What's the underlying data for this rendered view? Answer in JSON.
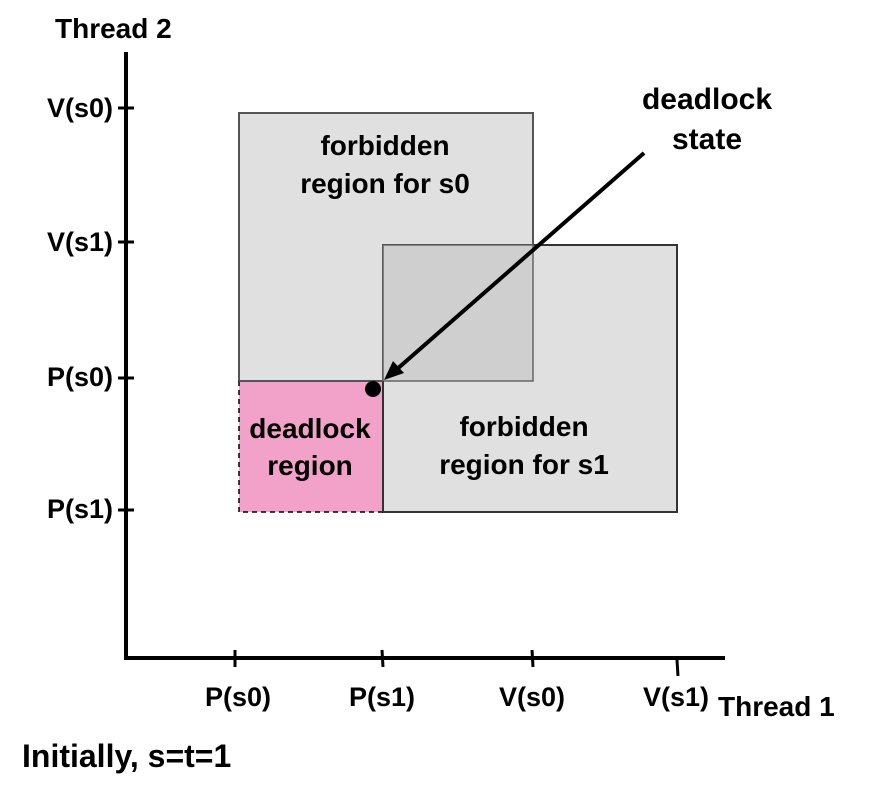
{
  "axes": {
    "y_title": "Thread 2",
    "x_title": "Thread 1",
    "y_ticks": [
      "V(s0)",
      "V(s1)",
      "P(s0)",
      "P(s1)"
    ],
    "x_ticks": [
      "P(s0)",
      "P(s1)",
      "V(s0)",
      "V(s1)"
    ]
  },
  "regions": {
    "forbidden_s0": [
      "forbidden",
      "region for s0"
    ],
    "forbidden_s1": [
      "forbidden",
      "region for s1"
    ],
    "deadlock": [
      "deadlock",
      "region"
    ]
  },
  "annotation": [
    "deadlock",
    "state"
  ],
  "caption": "Initially, s=t=1",
  "colors": {
    "forbidden_fill": "#e0e0e0",
    "overlap_fill": "#cfcfcf",
    "deadlock_fill": "#f2a2c8",
    "line": "#000000",
    "box_border": "#555555"
  }
}
